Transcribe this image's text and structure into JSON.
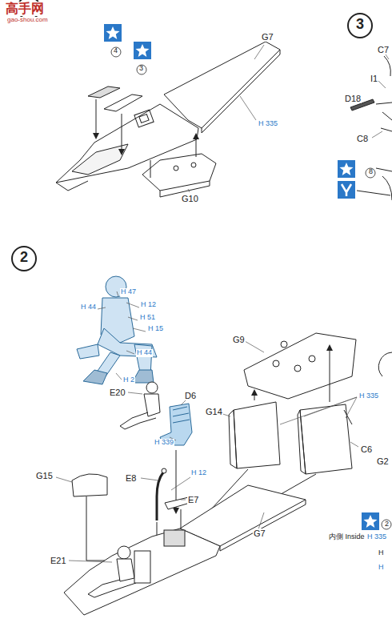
{
  "diagram": {
    "labels": [
      "高手网",
      "gao-shou.com",
      "3",
      "4",
      "3",
      "G7",
      "H 335",
      "G10",
      "C7",
      "I1",
      "D18",
      "C8",
      "8",
      "2",
      "H 47",
      "H 44",
      "H 12",
      "H 51",
      "H 15",
      "H 44",
      "H 2",
      "E20",
      "D6",
      "H 339",
      "G9",
      "G14",
      "H 335",
      "C6",
      "G2",
      "E8",
      "H 12",
      "E7",
      "G15",
      "G7",
      "E21",
      "2",
      "内側 Inside",
      "H 335",
      "H",
      "H"
    ]
  }
}
